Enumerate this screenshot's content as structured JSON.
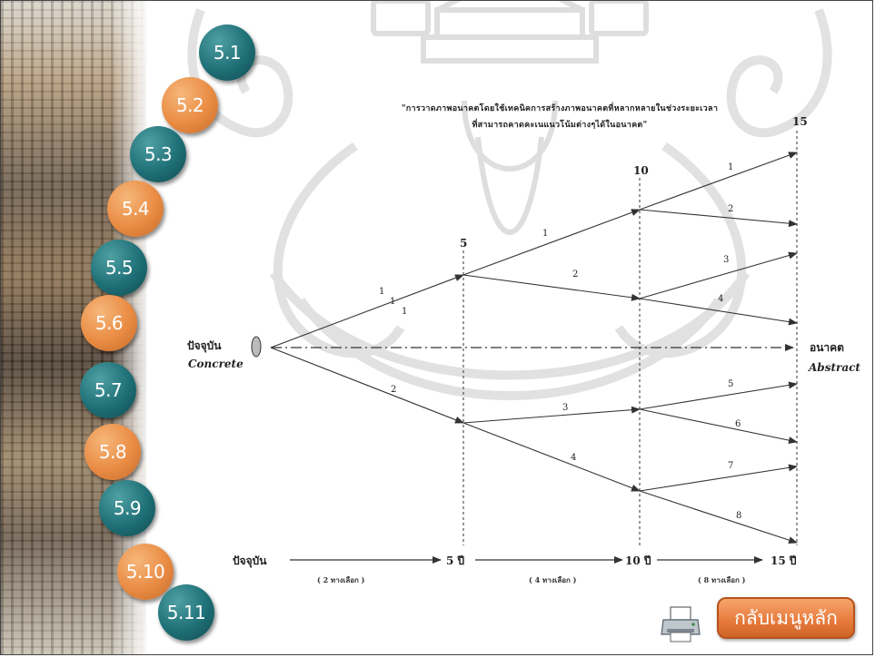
{
  "menu": {
    "items": [
      {
        "label": "5.1",
        "style": "teal"
      },
      {
        "label": "5.2",
        "style": "orange"
      },
      {
        "label": "5.3",
        "style": "teal"
      },
      {
        "label": "5.4",
        "style": "orange"
      },
      {
        "label": "5.5",
        "style": "teal"
      },
      {
        "label": "5.6",
        "style": "orange"
      },
      {
        "label": "5.7",
        "style": "teal"
      },
      {
        "label": "5.8",
        "style": "orange"
      },
      {
        "label": "5.9",
        "style": "teal"
      },
      {
        "label": "5.10",
        "style": "orange"
      },
      {
        "label": "5.11",
        "style": "teal"
      }
    ]
  },
  "diagram": {
    "title_line1": "\"การวาดภาพอนาคตโดยใช้เทคนิคการสร้างภาพอนาคตที่หลากหลายในช่วงระยะเวลา",
    "title_line2": "ที่สามารถคาดคะเนแนวโน้มต่างๆได้ในอนาคต\"",
    "present_label": "ปัจจุบัน",
    "present_label_en": "Concrete",
    "future_label": "อนาคต",
    "future_label_en": "Abstract",
    "node_labels": {
      "n5": "5",
      "n10": "10",
      "n15": "15"
    },
    "branch_numbers": {
      "a": [
        "1",
        "1",
        "1"
      ],
      "b": "2",
      "n5_up": "1",
      "n5_down": "2",
      "low_up": "3",
      "low_down": "4",
      "u10_a": "1",
      "u10_b": "2",
      "m10_a": "3",
      "m10_b": "4",
      "l10_a": "5",
      "l10_b": "6",
      "b10_a": "7",
      "b10_b": "8"
    },
    "timeline": {
      "start": "ปัจจุบัน",
      "t5": "5 ปี",
      "t10": "10 ปี",
      "t15": "15 ปี",
      "seg1": "( 2 ทางเลือก )",
      "seg2": "( 4 ทางเลือก )",
      "seg3": "( 8 ทางเลือก )"
    }
  },
  "actions": {
    "home_label": "กลับเมนูหลัก",
    "print_icon": "printer-icon"
  },
  "colors": {
    "teal": "#1e6f76",
    "orange": "#e98b43",
    "button": "#e5793b"
  }
}
